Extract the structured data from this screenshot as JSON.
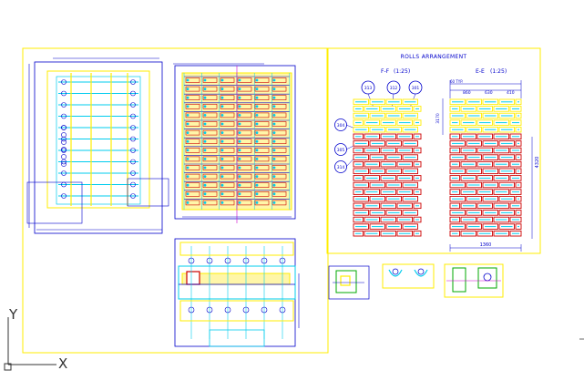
{
  "drawing": {
    "rolls_title": "ROLLS ARRANGEMENT",
    "section_ff": "F-F",
    "section_ff_scale": "(1:25)",
    "section_ee": "E-E",
    "section_ee_scale": "(1:25)",
    "dim_typ": "60 TYP.",
    "dim_a": "860",
    "dim_b": "630",
    "dim_c": "410",
    "dim_d": "1360",
    "dim_e": "4320",
    "dim_f": "3170",
    "balloon_1": "313",
    "balloon_2": "312",
    "balloon_3": "301",
    "balloon_4": "304",
    "balloon_5": "305",
    "balloon_6": "314"
  },
  "ucs": {
    "x_axis": "X",
    "y_axis": "Y"
  },
  "colors": {
    "frame": "#ffee00",
    "drawing_blue": "#0000cc",
    "roll_red": "#cc0000",
    "roll_cyan": "#00ccee",
    "roll_yellow": "#ffee00",
    "magenta": "#cc00cc",
    "green": "#00aa00"
  }
}
